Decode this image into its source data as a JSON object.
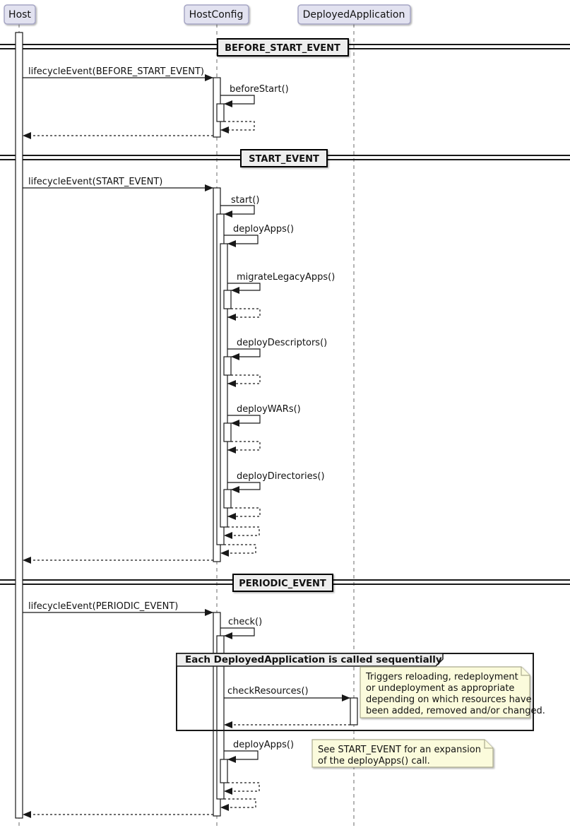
{
  "participants": {
    "host": "Host",
    "hostConfig": "HostConfig",
    "deployedApplication": "DeployedApplication"
  },
  "dividers": {
    "beforeStart": "BEFORE_START_EVENT",
    "start": "START_EVENT",
    "periodic": "PERIODIC_EVENT"
  },
  "messages": {
    "lifecycleBeforeStart": "lifecycleEvent(BEFORE_START_EVENT)",
    "beforeStart": "beforeStart()",
    "lifecycleStart": "lifecycleEvent(START_EVENT)",
    "start": "start()",
    "deployApps": "deployApps()",
    "migrateLegacyApps": "migrateLegacyApps()",
    "deployDescriptors": "deployDescriptors()",
    "deployWARs": "deployWARs()",
    "deployDirectories": "deployDirectories()",
    "lifecyclePeriodic": "lifecycleEvent(PERIODIC_EVENT)",
    "check": "check()",
    "checkResources": "checkResources()",
    "deployAppsPeriodic": "deployApps()"
  },
  "frame": {
    "label": "Each DeployedApplication is called sequentially"
  },
  "notes": {
    "checkResources": {
      "line1": "Triggers reloading, redeployment",
      "line2": "or undeployment as appropriate",
      "line3": "depending on which resources have",
      "line4": "been added, removed and/or changed."
    },
    "deployApps": {
      "line1": "See START_EVENT for an expansion",
      "line2": "of the deployApps() call."
    }
  },
  "colors": {
    "participant_fill": "#E2E2F0",
    "participant_border": "#A6A6C4",
    "divider_fill": "#EEEEEE",
    "note_fill": "#FBFBDC",
    "note_border": "#ABAB8E",
    "line": "#181818",
    "background": "#FFFFFF"
  }
}
